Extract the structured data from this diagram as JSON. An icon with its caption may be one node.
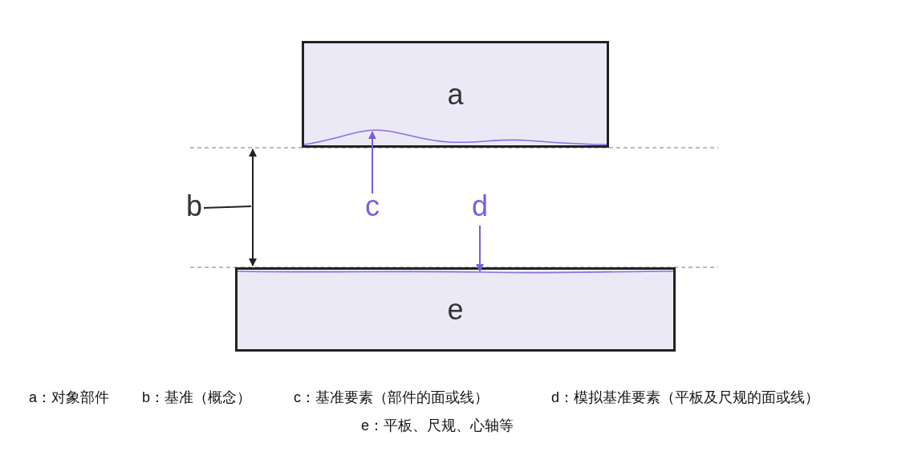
{
  "diagram": {
    "nodes": [
      {
        "text": [
          "a"
        ]
      },
      {
        "text": [
          "e"
        ]
      },
      {
        "text": [
          "b"
        ]
      },
      {
        "text": [
          "c"
        ]
      },
      {
        "text": [
          "d"
        ]
      },
      {
        "text": [],
        "shape": "curve",
        "in": 0
      },
      {
        "text": [],
        "shape": "line",
        "in": 1
      }
    ],
    "edges": [
      {
        "from": 2,
        "to": null,
        "arrow": "none",
        "color": "#222222"
      },
      {
        "from": 3,
        "to": 5,
        "arrow": "to"
      },
      {
        "from": 4,
        "to": 6,
        "arrow": "to"
      }
    ],
    "labels": [
      "a：对象部件",
      "b：基准（概念）",
      "c：基准要素（部件的面或线）",
      "d：模拟基准要素（平板及尺规的面或线）",
      "e：平板、尺规、心轴等"
    ]
  }
}
